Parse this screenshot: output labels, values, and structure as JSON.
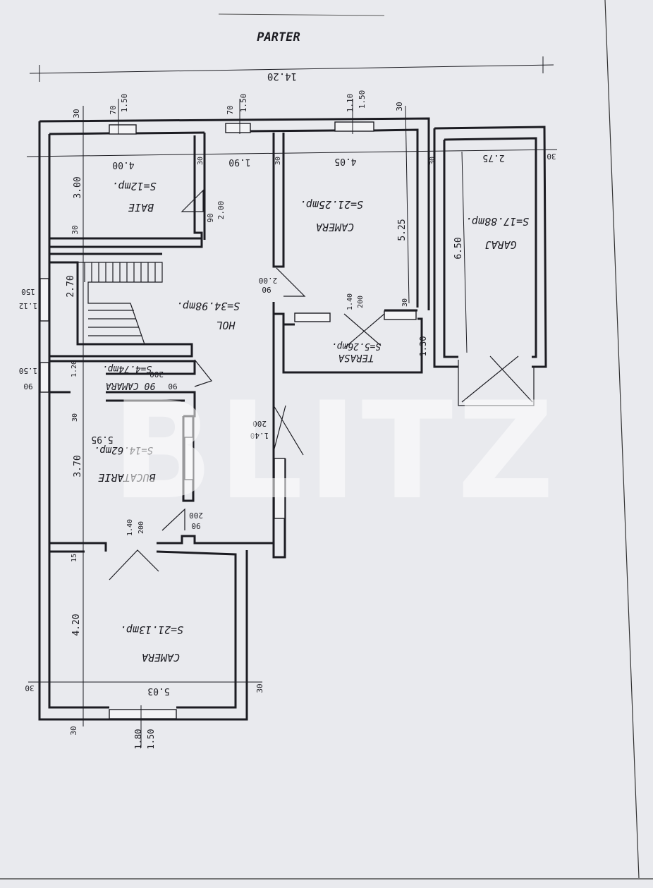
{
  "title": "PARTER",
  "watermark": "BLITZ",
  "overall_width": "14.20",
  "rooms": [
    {
      "id": "baie",
      "name": "BAIE",
      "area": "S=12mp."
    },
    {
      "id": "camera1",
      "name": "CAMERA",
      "area": "S=21.25mp."
    },
    {
      "id": "garaj",
      "name": "GARAJ",
      "area": "S=17.88mp."
    },
    {
      "id": "hol",
      "name": "HOL",
      "area": "S=34.98mp."
    },
    {
      "id": "terasa",
      "name": "TERASA",
      "area": "S=5.26mp."
    },
    {
      "id": "camara",
      "name": "90 CAMARA",
      "area": "S=4.74mp."
    },
    {
      "id": "bucatarie",
      "name": "BUCATARIE",
      "area": "S=14.62mp."
    },
    {
      "id": "camera2",
      "name": "CAMERA",
      "area": "S=21.13mp."
    }
  ],
  "dimensions": {
    "baie_w": "4.00",
    "baie_h": "3.00",
    "hol_w": "1.90",
    "cam1_w": "4.05",
    "cam1_h": "5.25",
    "gar_w": "2.75",
    "gar_h": "6.50",
    "stair": "2.70",
    "buc_w": "5.95",
    "buc_h": "3.70",
    "cam2_w": "5.03",
    "cam2_h": "4.20",
    "terasa_h": "1.30"
  },
  "small_labels": {
    "t30": "30",
    "t15": "15",
    "t70": "70",
    "t110": "1.10",
    "t150": "1.50",
    "t180": "1.80",
    "t90": "90",
    "t200": "200",
    "t200b": "2.00",
    "t140": "1.40",
    "t120": "1.20",
    "t112": "1.12",
    "t150b": "150",
    "t90b": "90",
    "t150c": "1.50"
  }
}
